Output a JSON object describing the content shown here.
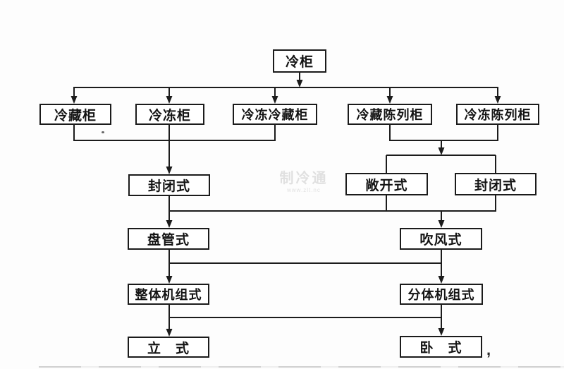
{
  "diagram": {
    "nodes": {
      "root": "冷柜",
      "cold_storage_cabinet": "冷藏柜",
      "freezer_cabinet": "冷冻柜",
      "freezer_cold_storage_cabinet": "冷冻冷藏柜",
      "cold_storage_display_cabinet": "冷藏陈列柜",
      "freezer_display_cabinet": "冷冻陈列柜",
      "closed_type_left": "封闭式",
      "open_type": "敞开式",
      "closed_type_right": "封闭式",
      "coil_type": "盘管式",
      "forced_air_type": "吹风式",
      "integral_unit_type": "整体机组式",
      "split_unit_type": "分体机组式",
      "vertical_type": "立　式",
      "horizontal_type": "卧　式"
    },
    "edges": [
      {
        "from": "冷柜",
        "to": "冷藏柜"
      },
      {
        "from": "冷柜",
        "to": "冷冻柜"
      },
      {
        "from": "冷柜",
        "to": "冷冻冷藏柜"
      },
      {
        "from": "冷柜",
        "to": "冷藏陈列柜"
      },
      {
        "from": "冷柜",
        "to": "冷冻陈列柜"
      },
      {
        "from": "冷藏柜+冷冻柜+冷冻冷藏柜",
        "to": "封闭式"
      },
      {
        "from": "冷藏陈列柜+冷冻陈列柜",
        "to": "敞开式"
      },
      {
        "from": "冷藏陈列柜+冷冻陈列柜",
        "to": "封闭式"
      },
      {
        "from": "封闭式",
        "to": "盘管式"
      },
      {
        "from": "敞开式+封闭式",
        "to": "吹风式"
      },
      {
        "from": "盘管式",
        "to": "整体机组式"
      },
      {
        "from": "吹风式",
        "to": "分体机组式"
      },
      {
        "from": "整体机组式",
        "to": "立　式"
      },
      {
        "from": "分体机组式",
        "to": "卧　式"
      }
    ]
  },
  "watermark": {
    "line1": "制冷通",
    "line2": "www.zlt.nc"
  },
  "artifacts": {
    "comma": ","
  },
  "colors": {
    "line": "#1c1c1c",
    "box_border": "#1b1b1b",
    "background": "#fdfdfd"
  }
}
